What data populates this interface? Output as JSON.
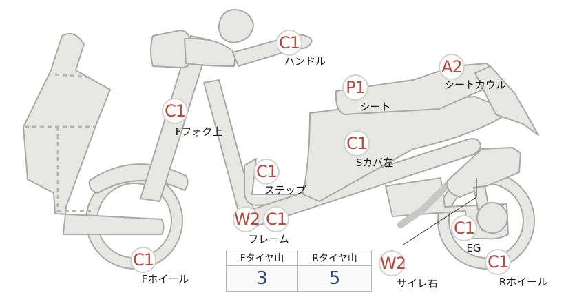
{
  "markers": [
    {
      "id": "handle",
      "code": "C1",
      "label": "ハンドル"
    },
    {
      "id": "seat-cowl",
      "code": "A2",
      "label": "シートカウル"
    },
    {
      "id": "seat",
      "code": "P1",
      "label": "シート"
    },
    {
      "id": "front-fork-upper",
      "code": "C1",
      "label": "Fフォク上"
    },
    {
      "id": "side-cover-left",
      "code": "C1",
      "label": "Sカバ左"
    },
    {
      "id": "step",
      "code": "C1",
      "label": "ステップ"
    },
    {
      "id": "frame",
      "codes": [
        "W2",
        "C1"
      ],
      "label": "フレーム"
    },
    {
      "id": "engine",
      "code": "C1",
      "label": "EG"
    },
    {
      "id": "muffler-right",
      "code": "W2",
      "label": "サイレ右"
    },
    {
      "id": "rear-wheel",
      "code": "C1",
      "label": "Rホイール"
    },
    {
      "id": "front-wheel",
      "code": "C1",
      "label": "Fホイール"
    }
  ],
  "tire_table": {
    "headers": [
      "Fタイヤ山",
      "Rタイヤ山"
    ],
    "values": [
      "3",
      "5"
    ]
  },
  "colors": {
    "badge_text": "#b8473c",
    "value_text": "#2c4a7e",
    "part_fill": "#e7e7e5",
    "part_outline": "#a9a9a6"
  }
}
